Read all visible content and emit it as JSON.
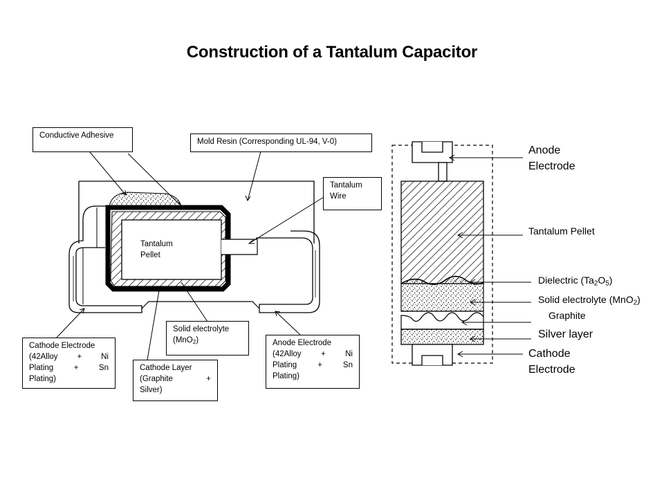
{
  "title": "Construction of a Tantalum Capacitor",
  "left_diagram": {
    "conductive_adhesive": "Conductive  Adhesive",
    "mold_resin": "Mold Resin   (Corresponding  UL-94,  V-0)",
    "tantalum_wire": [
      "Tantalum",
      "Wire"
    ],
    "tantalum_pellet": [
      "Tantalum",
      "Pellet"
    ],
    "solid_electrolyte": [
      "Solid    electrolyte",
      "(MnO",
      "2",
      ")"
    ],
    "cathode_electrode": [
      "Cathode  Electrode",
      "(42Alloy",
      "+",
      "Ni",
      "Plating",
      "+",
      "Sn",
      "Plating)"
    ],
    "cathode_layer": [
      "Cathode Layer",
      "(Graphite",
      "+",
      "Silver)"
    ],
    "anode_electrode": [
      "Anode Electrode",
      "(42Alloy",
      "+",
      "Ni",
      "Plating",
      "+",
      "Sn",
      "Plating)"
    ]
  },
  "right_diagram": {
    "anode_electrode": [
      "Anode",
      "Electrode"
    ],
    "tantalum_pellet": "Tantalum  Pellet",
    "dielectric": [
      "Dielectric (Ta",
      "2",
      "O",
      "5",
      ")"
    ],
    "solid_electrolyte": [
      "Solid electrolyte (MnO",
      "2",
      ")"
    ],
    "graphite": "Graphite",
    "silver_layer": "Silver layer",
    "cathode_electrode": [
      "Cathode",
      "Electrode"
    ]
  }
}
